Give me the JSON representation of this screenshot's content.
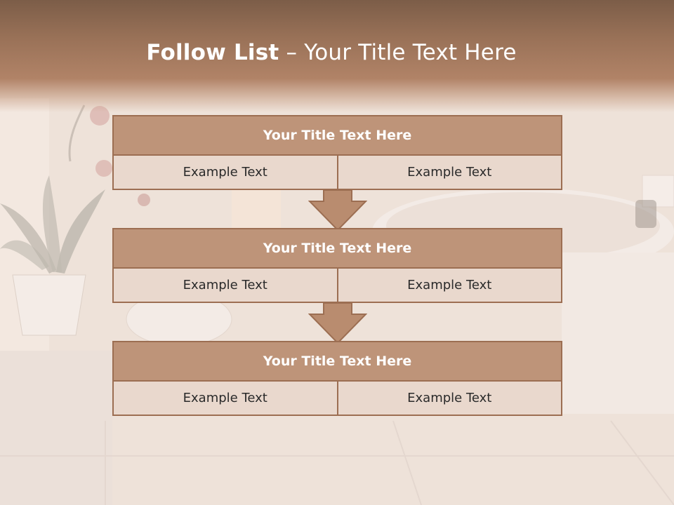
{
  "slide": {
    "title_bold": "Follow List",
    "title_rest": " – Your Title Text Here"
  },
  "colors": {
    "header_band": "#9a7258",
    "block_title_bg": "#be9479",
    "block_border": "#9c6e52",
    "cell_bg": "#e9d8cd",
    "arrow_fill": "#b98c6f"
  },
  "flow": {
    "blocks": [
      {
        "title": "Your Title Text Here",
        "left": "Example Text",
        "right": "Example Text"
      },
      {
        "title": "Your Title Text Here",
        "left": "Example Text",
        "right": "Example Text"
      },
      {
        "title": "Your Title Text Here",
        "left": "Example Text",
        "right": "Example Text"
      }
    ]
  }
}
